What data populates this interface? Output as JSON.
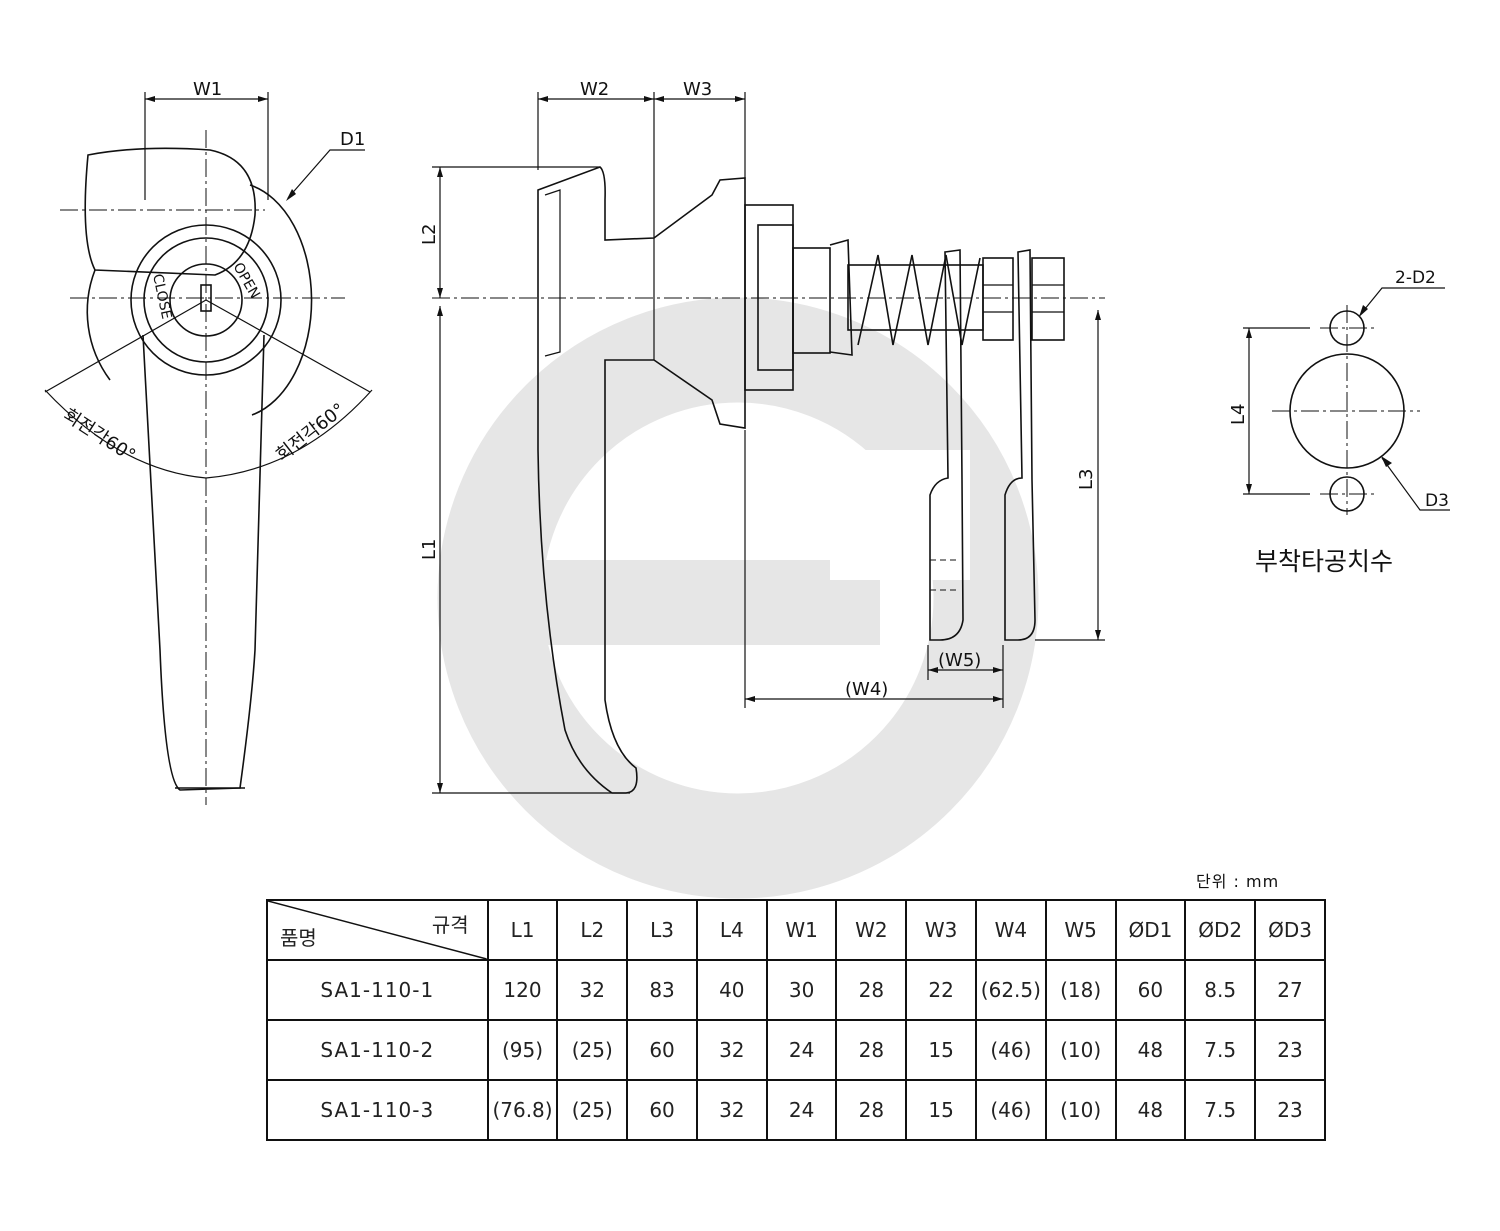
{
  "labels": {
    "w1": "W1",
    "w2": "W2",
    "w3": "W3",
    "w4": "(W4)",
    "w5": "(W5)",
    "l1": "L1",
    "l2": "L2",
    "l3": "L3",
    "l4": "L4",
    "d1": "D1",
    "d2": "2-D2",
    "d3": "D3",
    "rot_left": "회전각60°",
    "rot_right": "회전각60°",
    "close": "CLOSE",
    "open": "OPEN",
    "mount_caption": "부착타공치수"
  },
  "unit": "단위 : mm",
  "table": {
    "corner_spec": "규격",
    "corner_name": "품명",
    "headers": [
      "L1",
      "L2",
      "L3",
      "L4",
      "W1",
      "W2",
      "W3",
      "W4",
      "W5",
      "ØD1",
      "ØD2",
      "ØD3"
    ],
    "rows": [
      {
        "model": "SA1-110-1",
        "values": [
          "120",
          "32",
          "83",
          "40",
          "30",
          "28",
          "22",
          "(62.5)",
          "(18)",
          "60",
          "8.5",
          "27"
        ]
      },
      {
        "model": "SA1-110-2",
        "values": [
          "(95)",
          "(25)",
          "60",
          "32",
          "24",
          "28",
          "15",
          "(46)",
          "(10)",
          "48",
          "7.5",
          "23"
        ]
      },
      {
        "model": "SA1-110-3",
        "values": [
          "(76.8)",
          "(25)",
          "60",
          "32",
          "24",
          "28",
          "15",
          "(46)",
          "(10)",
          "48",
          "7.5",
          "23"
        ]
      }
    ]
  }
}
